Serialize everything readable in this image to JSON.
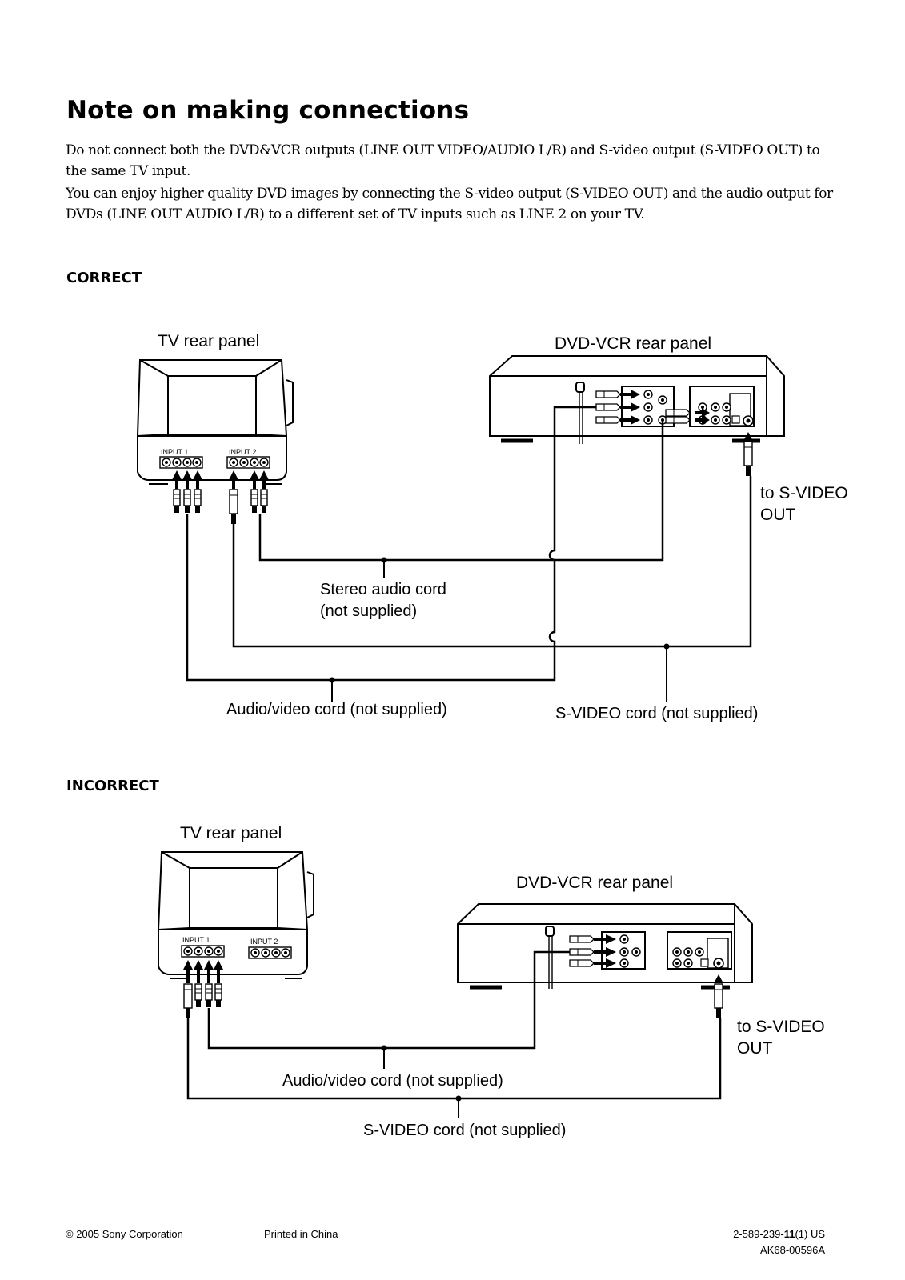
{
  "heading": "Note on making connections",
  "paragraphs": [
    "Do not connect both the DVD&VCR outputs (LINE OUT VIDEO/AUDIO L/R) and S-video output (S-VIDEO OUT) to the same TV input.",
    "You can enjoy higher quality DVD images by connecting the S-video output (S-VIDEO OUT) and the audio output for DVDs (LINE OUT AUDIO L/R) to a different set of TV inputs such as LINE 2 on your TV."
  ],
  "correct": {
    "label": "CORRECT",
    "tv_label": "TV rear panel",
    "dvd_label": "DVD-VCR rear panel",
    "input1": "INPUT 1",
    "input2": "INPUT 2",
    "to_svideo_line1": "to S-VIDEO",
    "to_svideo_line2": "OUT",
    "stereo_cord_line1": "Stereo audio cord",
    "stereo_cord_line2": "(not supplied)",
    "av_cord": "Audio/video cord (not supplied)",
    "svideo_cord": "S-VIDEO cord (not supplied)"
  },
  "incorrect": {
    "label": "INCORRECT",
    "tv_label": "TV rear panel",
    "dvd_label": "DVD-VCR rear panel",
    "input1": "INPUT 1",
    "input2": "INPUT 2",
    "to_svideo_line1": "to S-VIDEO",
    "to_svideo_line2": "OUT",
    "av_cord": "Audio/video cord (not supplied)",
    "svideo_cord": "S-VIDEO cord (not supplied)"
  },
  "footer": {
    "copyright": "© 2005 Sony Corporation",
    "printed": "Printed in China",
    "code_prefix": "2-589-239-",
    "code_bold": "11",
    "code_suffix": "(1) US",
    "code2": "AK68-00596A"
  }
}
